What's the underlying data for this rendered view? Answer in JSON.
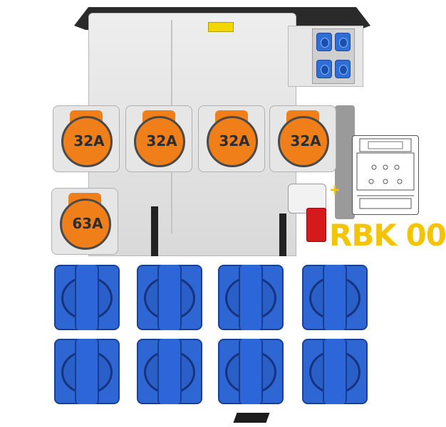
{
  "cabinet": {
    "sticker_text": "",
    "colors": {
      "body": "#dedede",
      "roof": "#2a2a2a",
      "accent": "#f2d600"
    }
  },
  "orange_sockets": [
    {
      "rating": "32A"
    },
    {
      "rating": "32A"
    },
    {
      "rating": "32A"
    },
    {
      "rating": "32A"
    },
    {
      "rating": "63A"
    }
  ],
  "blue_sockets": {
    "count": 8,
    "color": "#2e66d4"
  },
  "addon": {
    "plus": "+",
    "label": "RBK 00",
    "label_color": "#f5c400"
  }
}
